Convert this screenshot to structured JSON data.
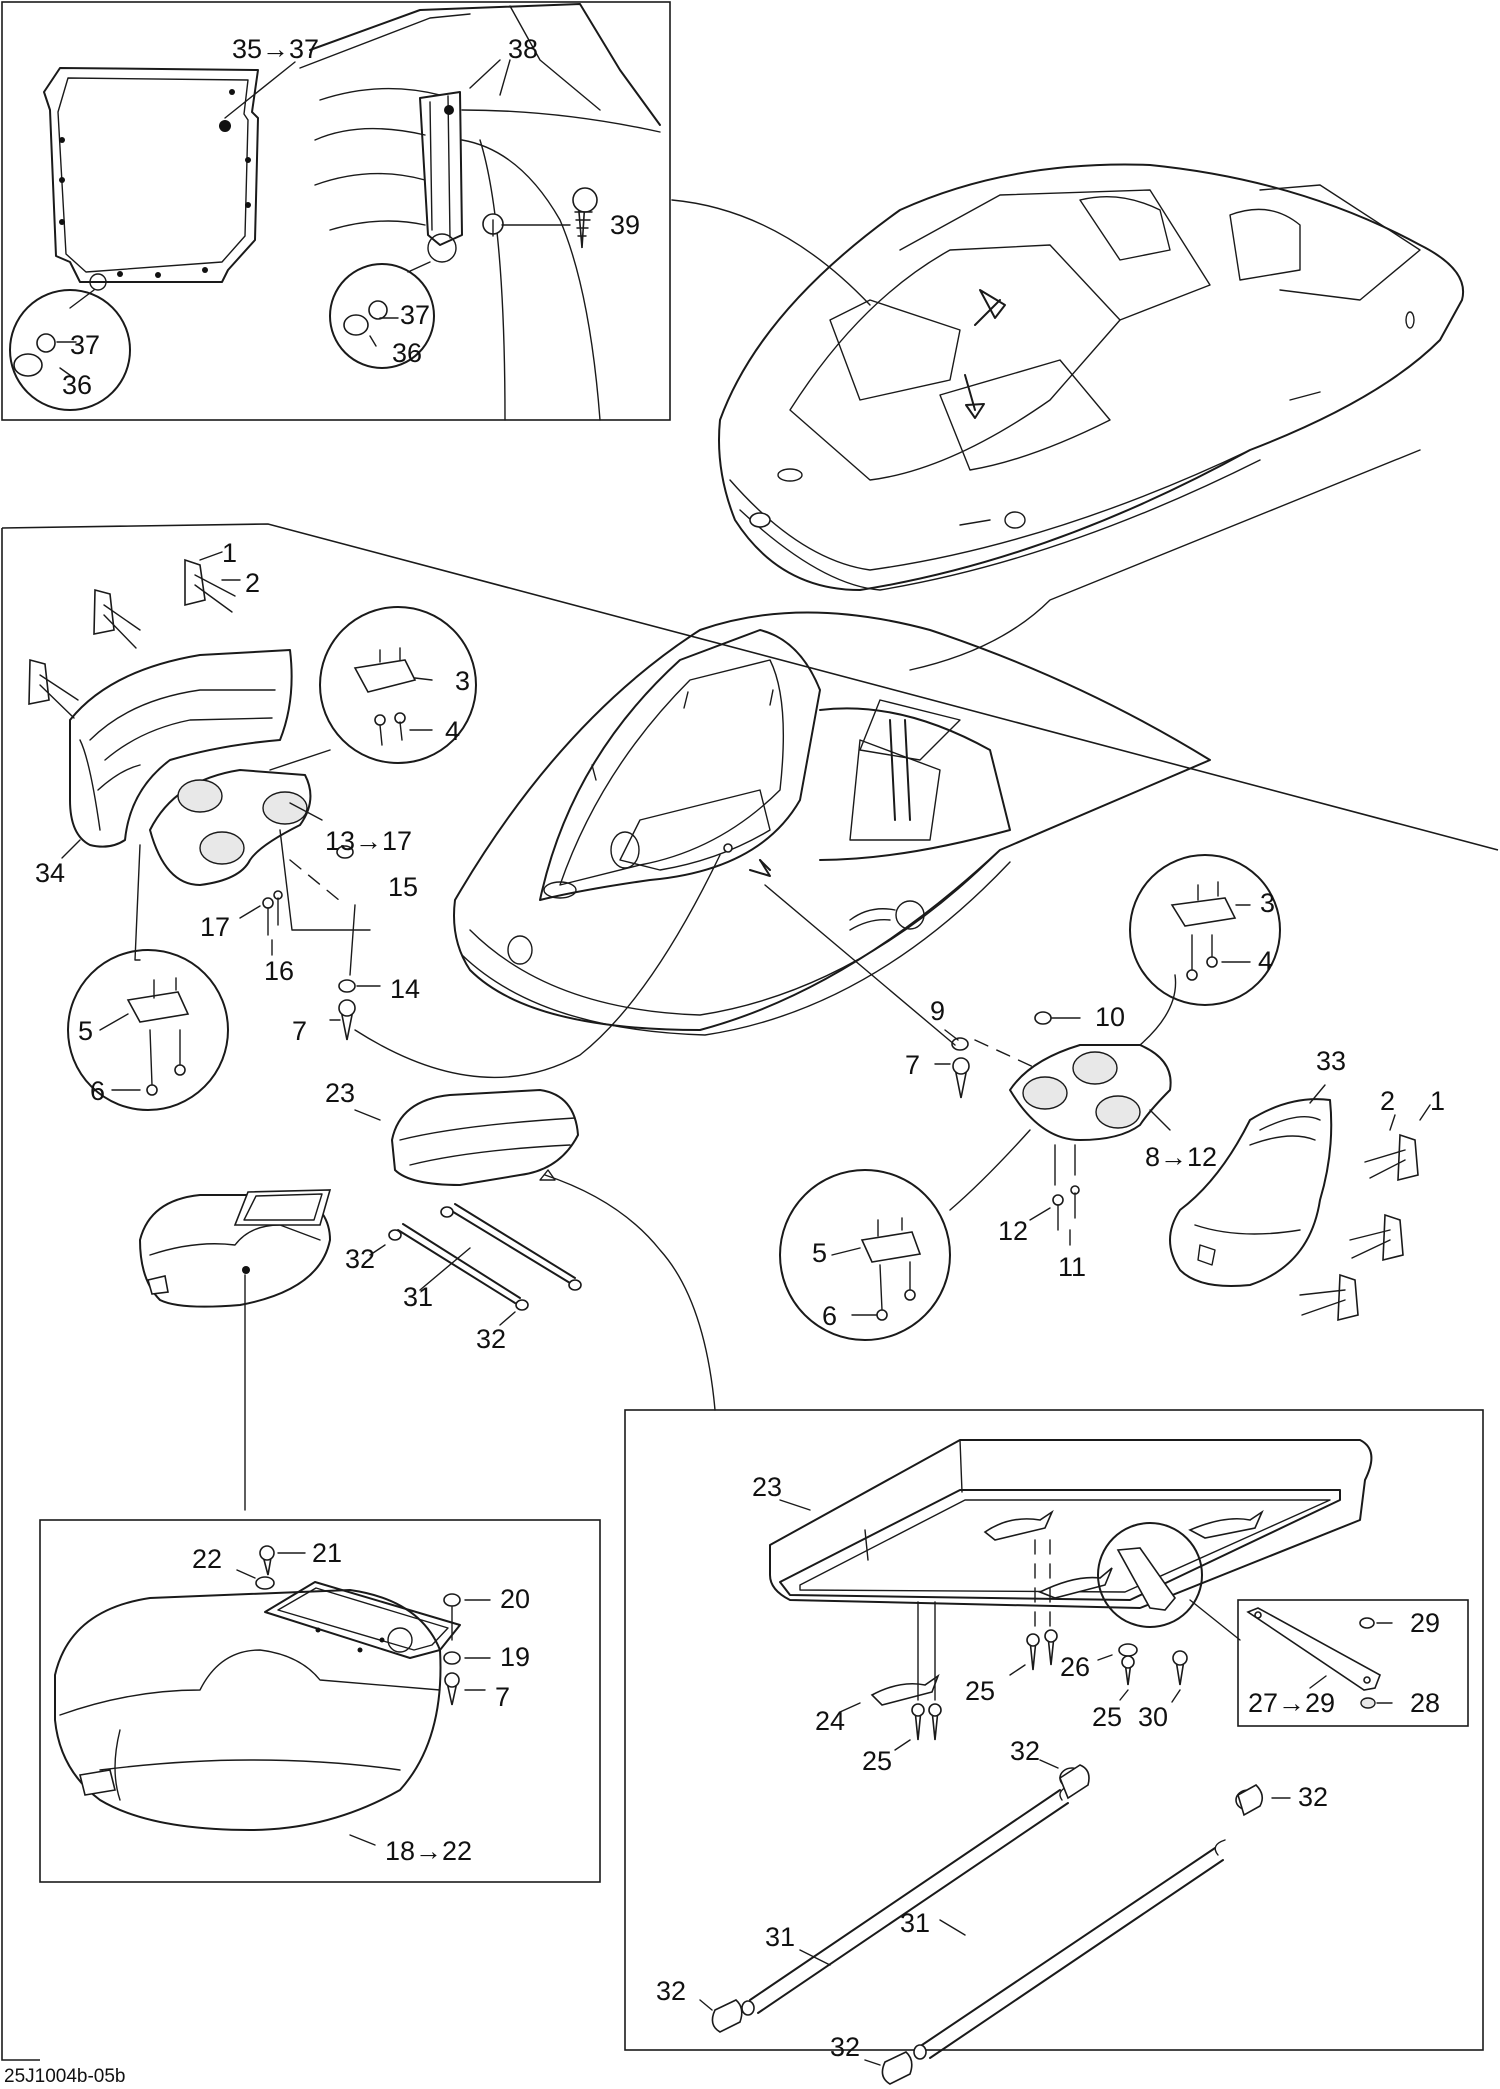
{
  "diagram": {
    "reference_code": "25J1004b-05b",
    "inset_top": {
      "labels": [
        "35→37",
        "38",
        "39",
        "37",
        "36",
        "37",
        "36"
      ]
    },
    "main": {
      "labels": [
        "1",
        "2",
        "3",
        "4",
        "34",
        "13→17",
        "15",
        "17",
        "16",
        "14",
        "7",
        "5",
        "6",
        "9",
        "10",
        "7",
        "3",
        "4",
        "33",
        "2",
        "1",
        "8→12",
        "12",
        "11",
        "5",
        "6",
        "23",
        "32",
        "31",
        "32"
      ]
    },
    "inset_seat": {
      "labels": [
        "22",
        "21",
        "20",
        "19",
        "7",
        "18→22"
      ]
    },
    "inset_bench": {
      "labels": [
        "23",
        "24",
        "25",
        "25",
        "26",
        "25",
        "30",
        "29",
        "27→29",
        "28",
        "32",
        "32",
        "31",
        "31",
        "32",
        "32"
      ]
    }
  }
}
